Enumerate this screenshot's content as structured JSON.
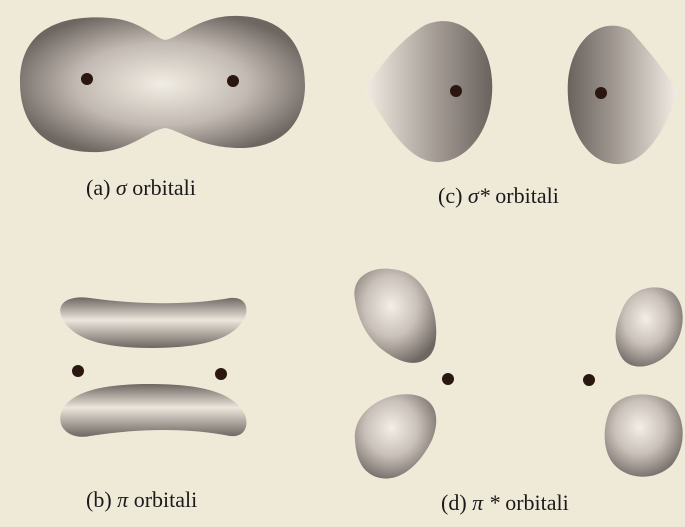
{
  "captions": {
    "a": {
      "prefix": "(a) ",
      "symbol": "σ",
      "suffix": " orbitali"
    },
    "c": {
      "prefix": "(c) ",
      "symbol": "σ*",
      "suffix": " orbitali"
    },
    "b": {
      "prefix": "(b) ",
      "symbol": "π",
      "suffix": " orbitali"
    },
    "d": {
      "prefix": "(d) ",
      "symbol": "π *",
      "suffix": " orbitali"
    }
  },
  "colors": {
    "background": "#efe9d8",
    "lobe_dark": "#6e6661",
    "lobe_light": "#ece6dc",
    "nucleus": "#2a1810"
  }
}
